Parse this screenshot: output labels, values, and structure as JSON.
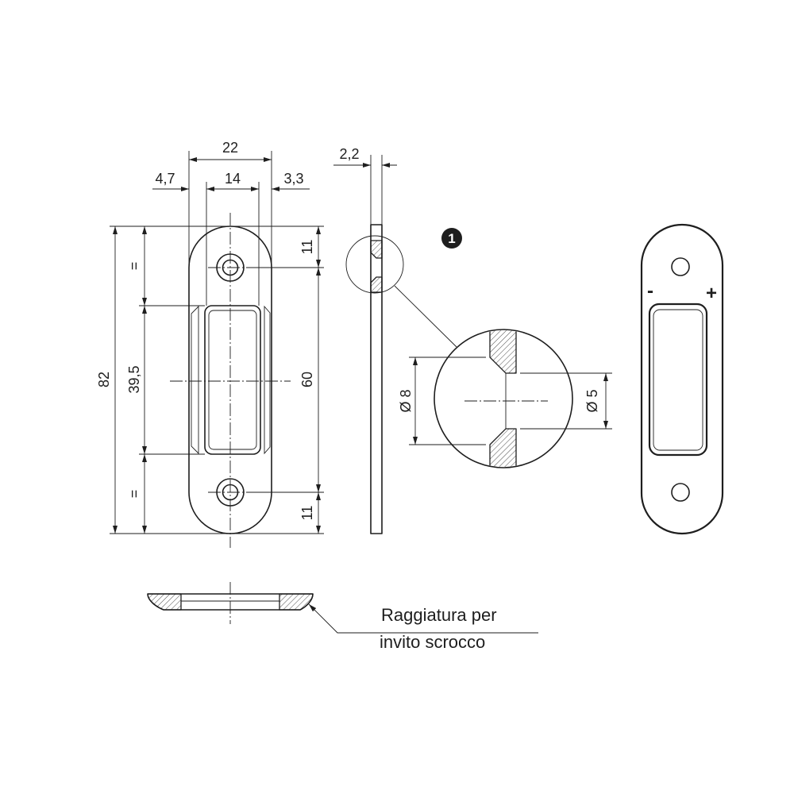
{
  "front_view": {
    "width_overall": "22",
    "width_left_margin": "4,7",
    "width_slot": "14",
    "width_right_margin": "3,3",
    "height_overall": "82",
    "height_slot": "39,5",
    "height_top_equal": "=",
    "height_bottom_equal": "=",
    "hole_top_offset": "11",
    "hole_spacing": "60",
    "hole_bottom_offset": "11"
  },
  "side_view": {
    "thickness": "2,2"
  },
  "detail": {
    "callout": "1",
    "countersink_diameter": "Ø 8",
    "hole_diameter": "Ø 5"
  },
  "rear_view": {
    "minus": "-",
    "plus": "+"
  },
  "section_view": {
    "note_line_1": "Raggiatura per",
    "note_line_2": "invito scrocco"
  },
  "colors": {
    "ink": "#1e1e1e",
    "paper": "#ffffff",
    "callout_text": "#ffffff"
  }
}
